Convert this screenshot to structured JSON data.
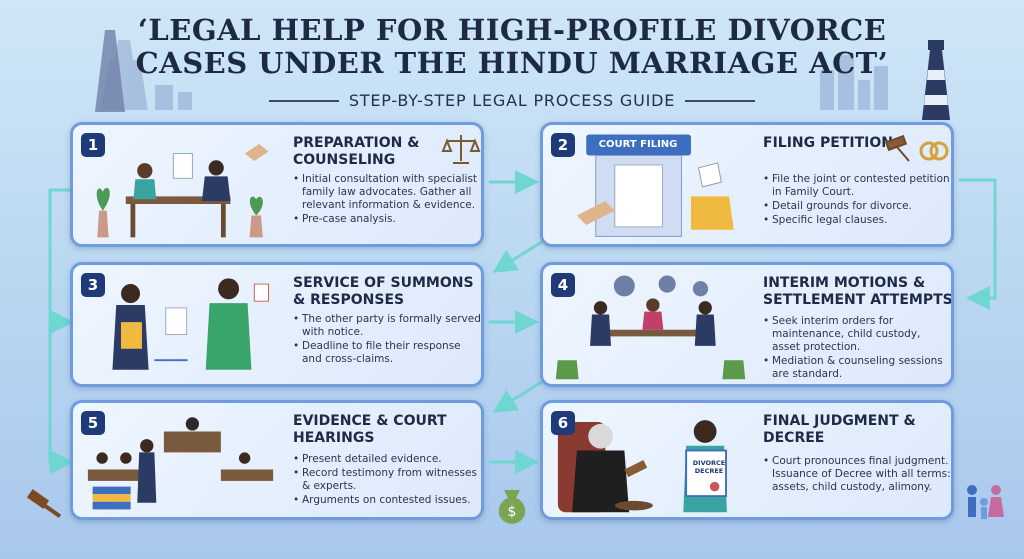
{
  "header": {
    "title_line1": "‘LEGAL HELP FOR HIGH-PROFILE DIVORCE",
    "title_line2": "CASES UNDER THE HINDU MARRIAGE ACT’",
    "subtitle": "STEP-BY-STEP LEGAL PROCESS GUIDE"
  },
  "steps": [
    {
      "number": "1",
      "title": "PREPARATION & COUNSELING",
      "bullets": [
        "Initial consultation with specialist family law advocates. Gather all relevant information & evidence.",
        "Pre-case analysis."
      ]
    },
    {
      "number": "2",
      "title": "FILING PETITION",
      "sign": "COURT FILING",
      "bullets": [
        "File the joint or contested petition in Family Court.",
        "Detail grounds for divorce.",
        "Specific legal clauses."
      ]
    },
    {
      "number": "3",
      "title": "SERVICE OF SUMMONS & RESPONSES",
      "bullets": [
        "The other party is formally served with notice.",
        "Deadline to file their response and cross-claims."
      ]
    },
    {
      "number": "4",
      "title": "INTERIM MOTIONS & SETTLEMENT ATTEMPTS",
      "bullets": [
        "Seek interim orders for maintenance, child custody, asset protection.",
        "Mediation & counseling sessions are standard."
      ]
    },
    {
      "number": "5",
      "title": "EVIDENCE & COURT HEARINGS",
      "bullets": [
        "Present detailed evidence.",
        "Record testimony from witnesses & experts.",
        "Arguments on contested issues."
      ]
    },
    {
      "number": "6",
      "title": "FINAL JUDGMENT & DECREE",
      "decree": "DIVORCE DECREE",
      "bullets": [
        "Court pronounces final judgment. Issuance of Decree with all terms: assets, child custody, alimony."
      ]
    }
  ],
  "colors": {
    "card_border": "#6f9be0",
    "badge": "#1f3a78",
    "arrow": "#6fd6d2",
    "title": "#1e2a44"
  }
}
